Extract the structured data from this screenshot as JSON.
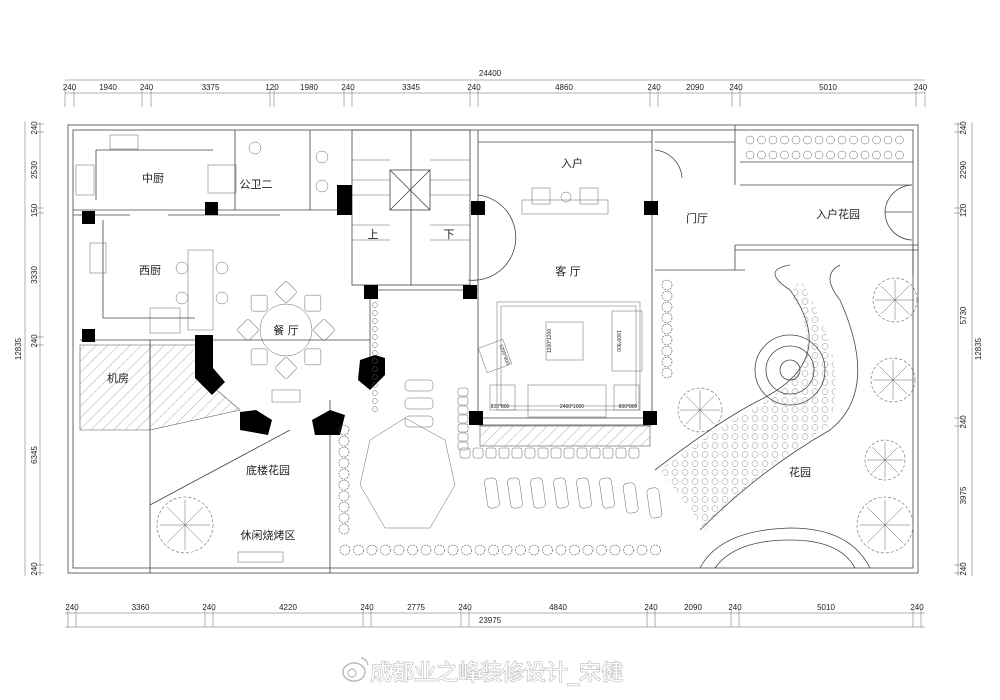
{
  "dimensions": {
    "top_total": "24400",
    "top_segments": [
      "240",
      "1940",
      "240",
      "3375",
      "120",
      "1980",
      "240",
      "3345",
      "240",
      "4860",
      "240",
      "2090",
      "240",
      "5010",
      "240"
    ],
    "bottom_total": "23975",
    "bottom_segments": [
      "240",
      "3360",
      "240",
      "4220",
      "240",
      "2775",
      "240",
      "4840",
      "240",
      "2090",
      "240",
      "5010",
      "240"
    ],
    "left_total": "12835",
    "left_segments": [
      "240",
      "2530",
      "150",
      "3330",
      "240",
      "6345",
      "240"
    ],
    "right_total": "12835",
    "right_segments": [
      "240",
      "2290",
      "120",
      "5730",
      "240",
      "3975",
      "240"
    ]
  },
  "rooms": {
    "middle_kitchen": "中厨",
    "public_bath": "公卫二",
    "western_kitchen": "西厨",
    "dining": "餐 厅",
    "machine_room": "机房",
    "ground_garden": "底楼花园",
    "bbq_area": "休闲烧烤区",
    "entry": "入户",
    "living": "客 厅",
    "foyer": "门厅",
    "entry_garden": "入户花园",
    "garden": "花园",
    "stair_up": "上",
    "stair_down": "下"
  },
  "furniture_labels": {
    "armchair": "1200*800",
    "coffee_table": "1200*1200",
    "side_sofa": "1800*800",
    "side_table_left": "800*800",
    "main_sofa": "2400*1000",
    "side_table_right": "800*800"
  },
  "watermark": "成都业之峰装修设计_宋健"
}
